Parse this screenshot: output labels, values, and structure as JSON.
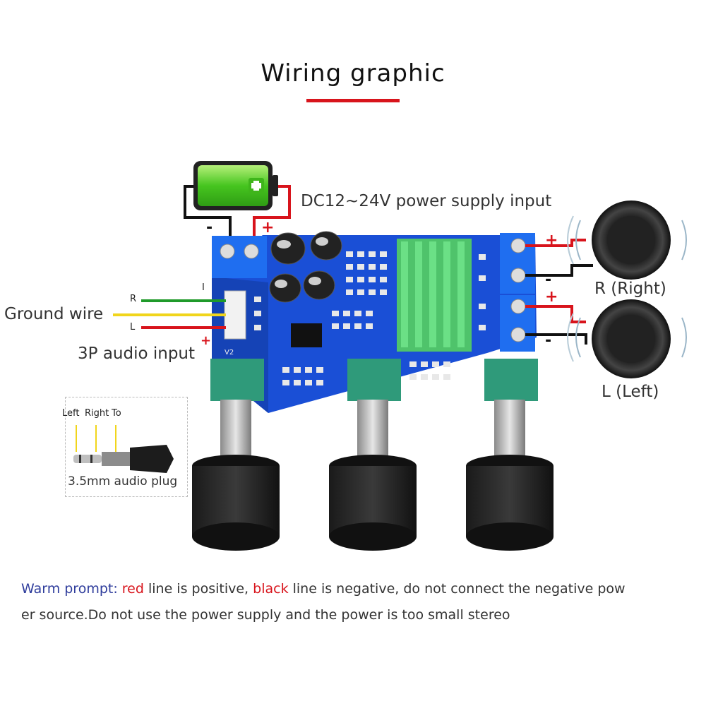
{
  "title": "Wiring graphic",
  "labels": {
    "power_input": "DC12~24V power supply input",
    "minus": "-",
    "plus": "+",
    "ground_wire": "Ground wire",
    "audio_input": "3P audio input",
    "r_right": "R (Right)",
    "l_left": "L (Left)",
    "wire_r": "R",
    "wire_l": "L",
    "wire_i": "I",
    "v2": "V2"
  },
  "plug": {
    "left": "Left",
    "right": "Right",
    "to": "To",
    "caption": "3.5mm audio plug"
  },
  "warning": {
    "prefix": "Warm prompt: ",
    "red_word": "red",
    "mid1": " line is positive, ",
    "black_word": "black",
    "mid2": " line is negative, do not connect the negative pow",
    "line2": "er source.Do not use the power supply and the power is too small stereo"
  },
  "colors": {
    "accent_red": "#d8141c",
    "pcb_blue": "#1a4fd6",
    "heatsink_green": "#4fc36b",
    "prompt_blue": "#2f3d9c",
    "wire_green": "#1f9a2a",
    "wire_yellow": "#f1d51c"
  }
}
